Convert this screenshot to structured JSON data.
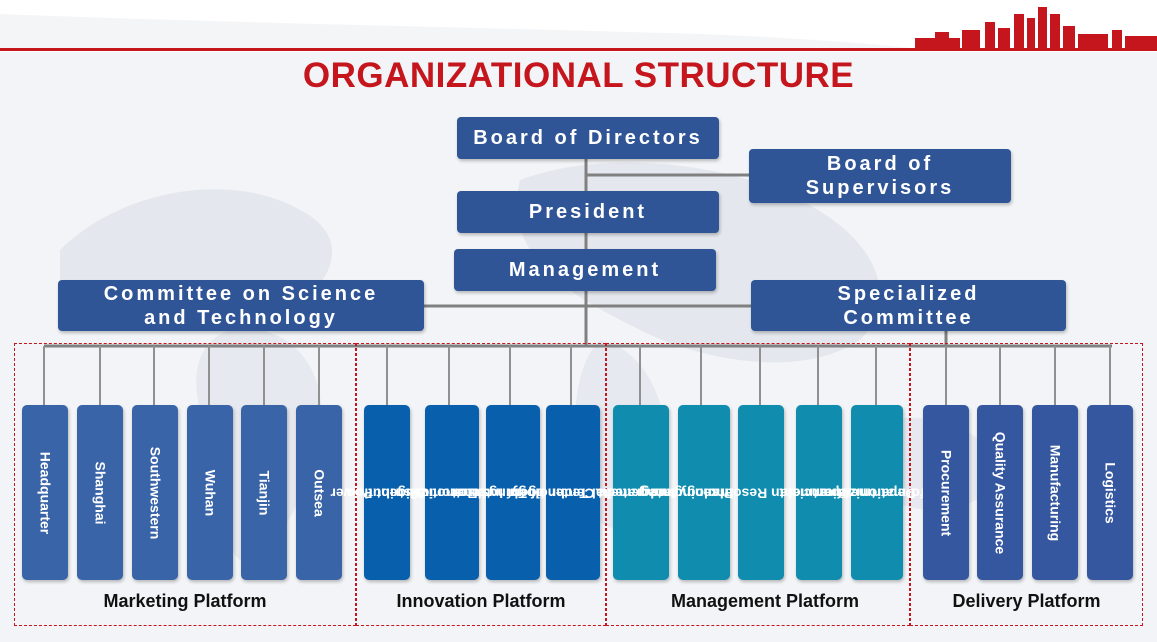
{
  "header": {
    "title": "ORGANIZATIONAL STRUCTURE",
    "logo_text": ""
  },
  "colors": {
    "accent_red": "#c4161c",
    "box_blue": "#2f5597",
    "innovation_blue": "#085fab",
    "management_teal": "#0f8cae",
    "delivery_blue": "#35579f"
  },
  "boxes": {
    "board_of_directors": "Board of Directors",
    "board_of_supervisors_line1": "Board of",
    "board_of_supervisors_line2": "Supervisors",
    "president": "President",
    "management": "Management",
    "committee_science_line1": "Committee on Science",
    "committee_science_line2": "and Technology",
    "specialized_line1": "Specialized",
    "specialized_line2": "Committee"
  },
  "platforms": {
    "marketing": {
      "label": "Marketing Platform",
      "units": [
        "Headquarter",
        "Shanghai",
        "Southwestern",
        "Wuhan",
        "Tianjin",
        "Outsea"
      ]
    },
    "innovation": {
      "label": "Innovation Platform",
      "units": [
        [
          "Intelligent Power",
          "Distribution"
        ],
        [
          "Automotive",
          "elEctronics"
        ],
        [
          "Intelligent Internet",
          "of Things"
        ],
        [
          "Digital Technology",
          "Center"
        ]
      ]
    },
    "management": {
      "label": "Management Platform",
      "units": [
        [
          "Integrated",
          "Management"
        ],
        [
          "Technology and",
          "Planning"
        ],
        [
          "Human Resource",
          ""
        ],
        [
          "Financial",
          "Department"
        ],
        [
          "Informationization",
          "Department"
        ]
      ]
    },
    "delivery": {
      "label": "Delivery Platform",
      "units": [
        "Procurement",
        "Quality Assurance",
        "Manufacturing",
        "Logistics"
      ]
    }
  }
}
